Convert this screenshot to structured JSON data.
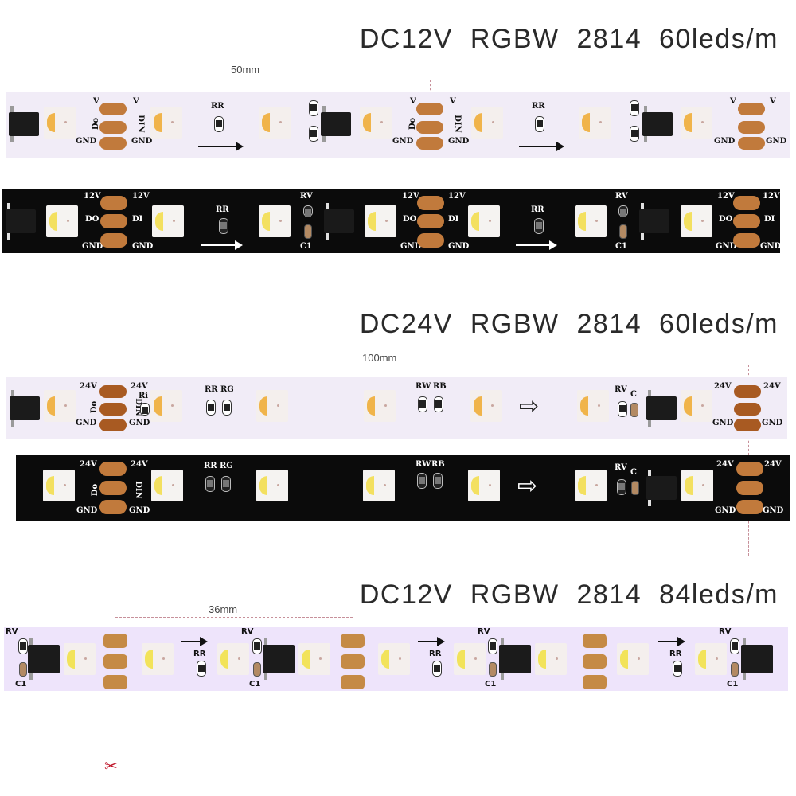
{
  "sections": [
    {
      "title": "DC12V  RGBW  2814  60leds/m",
      "dimension": "50mm",
      "pad_labels_white": {
        "top_left": "V",
        "top_right": "V",
        "mid_left": "Do",
        "mid_right": "DIN",
        "bot_left": "GND",
        "bot_right": "GND"
      },
      "pad_labels_black": {
        "top_left": "12V",
        "top_right": "12V",
        "mid_left": "DO",
        "mid_right": "DI",
        "bot_left": "GND",
        "bot_right": "GND"
      },
      "component_labels": {
        "resistor": "RR",
        "resistor_v": "RV",
        "capacitor": "C1"
      }
    },
    {
      "title": "DC24V  RGBW  2814  60leds/m",
      "dimension": "100mm",
      "pad_labels": {
        "top_left": "24V",
        "top_right": "24V",
        "mid_left": "Do",
        "mid_right": "DIN",
        "bot_left": "GND",
        "bot_right": "GND",
        "ri": "Ri"
      },
      "component_labels": {
        "rr": "RR",
        "rg": "RG",
        "rw": "RW",
        "rb": "RB",
        "rv": "RV",
        "c": "C"
      }
    },
    {
      "title": "DC12V  RGBW  2814  84leds/m",
      "dimension": "36mm",
      "component_labels": {
        "rv": "RV",
        "c1": "C1",
        "rr": "RR"
      }
    }
  ],
  "colors": {
    "pad": "#c17a3c",
    "white_pcb": "#f1ecf7",
    "black_pcb": "#0b0b0b",
    "dash": "#c7909a",
    "scissors": "#c0172b"
  },
  "icons": {
    "cut": "scissors-icon",
    "direction": "arrow-right-icon",
    "hollow_direction": "hollow-arrow-right-icon"
  },
  "glyphs": {
    "scissors": "✂",
    "hollow_arrow": "⇨"
  }
}
